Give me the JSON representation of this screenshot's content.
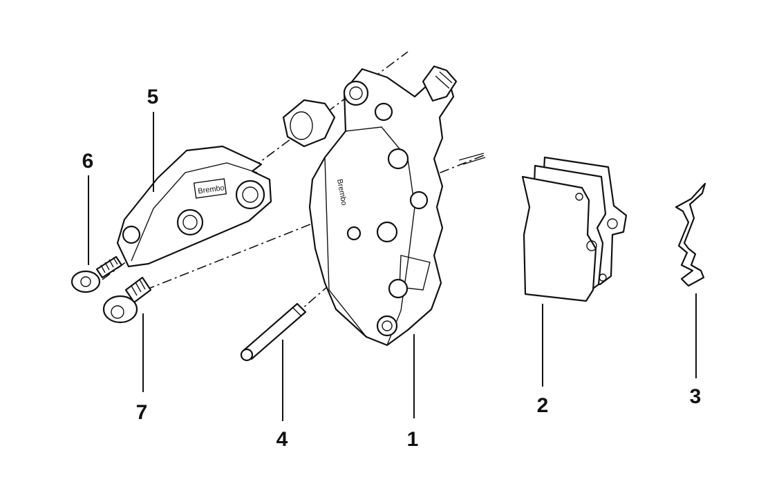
{
  "diagram": {
    "callouts": [
      {
        "id": "1",
        "label": "1"
      },
      {
        "id": "2",
        "label": "2"
      },
      {
        "id": "3",
        "label": "3"
      },
      {
        "id": "4",
        "label": "4"
      },
      {
        "id": "5",
        "label": "5"
      },
      {
        "id": "6",
        "label": "6"
      },
      {
        "id": "7",
        "label": "7"
      }
    ],
    "stamps": {
      "caliper_logo": "Brembo",
      "bracket_logo": "Brembo"
    }
  }
}
